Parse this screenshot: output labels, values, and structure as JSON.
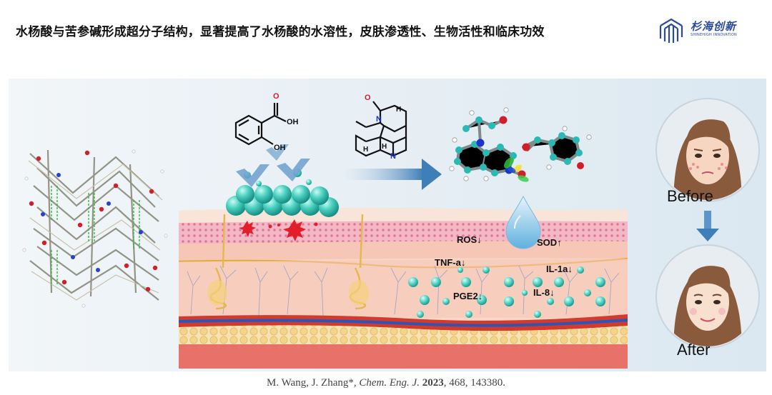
{
  "headline": "水杨酸与苦参碱形成超分子结构，显著提高了水杨酸的水溶性，皮肤渗透性、生物活性和临床功效",
  "logo": {
    "name_cn": "杉海创新",
    "name_en": "SHINEHIGH INNOVATION",
    "icon": "cube-logo-icon",
    "color": "#2a4a9c"
  },
  "labels": {
    "before": "Before",
    "after": "After",
    "ros": "ROS↓",
    "sod": "SOD↑",
    "tnf": "TNF-a↓",
    "il1a": "IL-1a↓",
    "pge2": "PGE2↓",
    "il8": "IL-8↓"
  },
  "molecule_atoms": {
    "carbonyl_o": "O",
    "hydroxyl_oh": "OH",
    "phenol_oh": "OH",
    "n_top": "N",
    "n_bottom": "N",
    "h_left": "H",
    "h_mid": "H",
    "h_top": "H"
  },
  "citation": {
    "authors": "M. Wang, J. Zhang*,",
    "journal": "Chem. Eng. J.",
    "year": "2023",
    "rest": ", 468, 143380."
  },
  "colors": {
    "arrow": "#3f7fb8",
    "skin": "#f4c7b4",
    "spheres": "#3cc5b5",
    "blood_vessel": "#d73a2c"
  }
}
